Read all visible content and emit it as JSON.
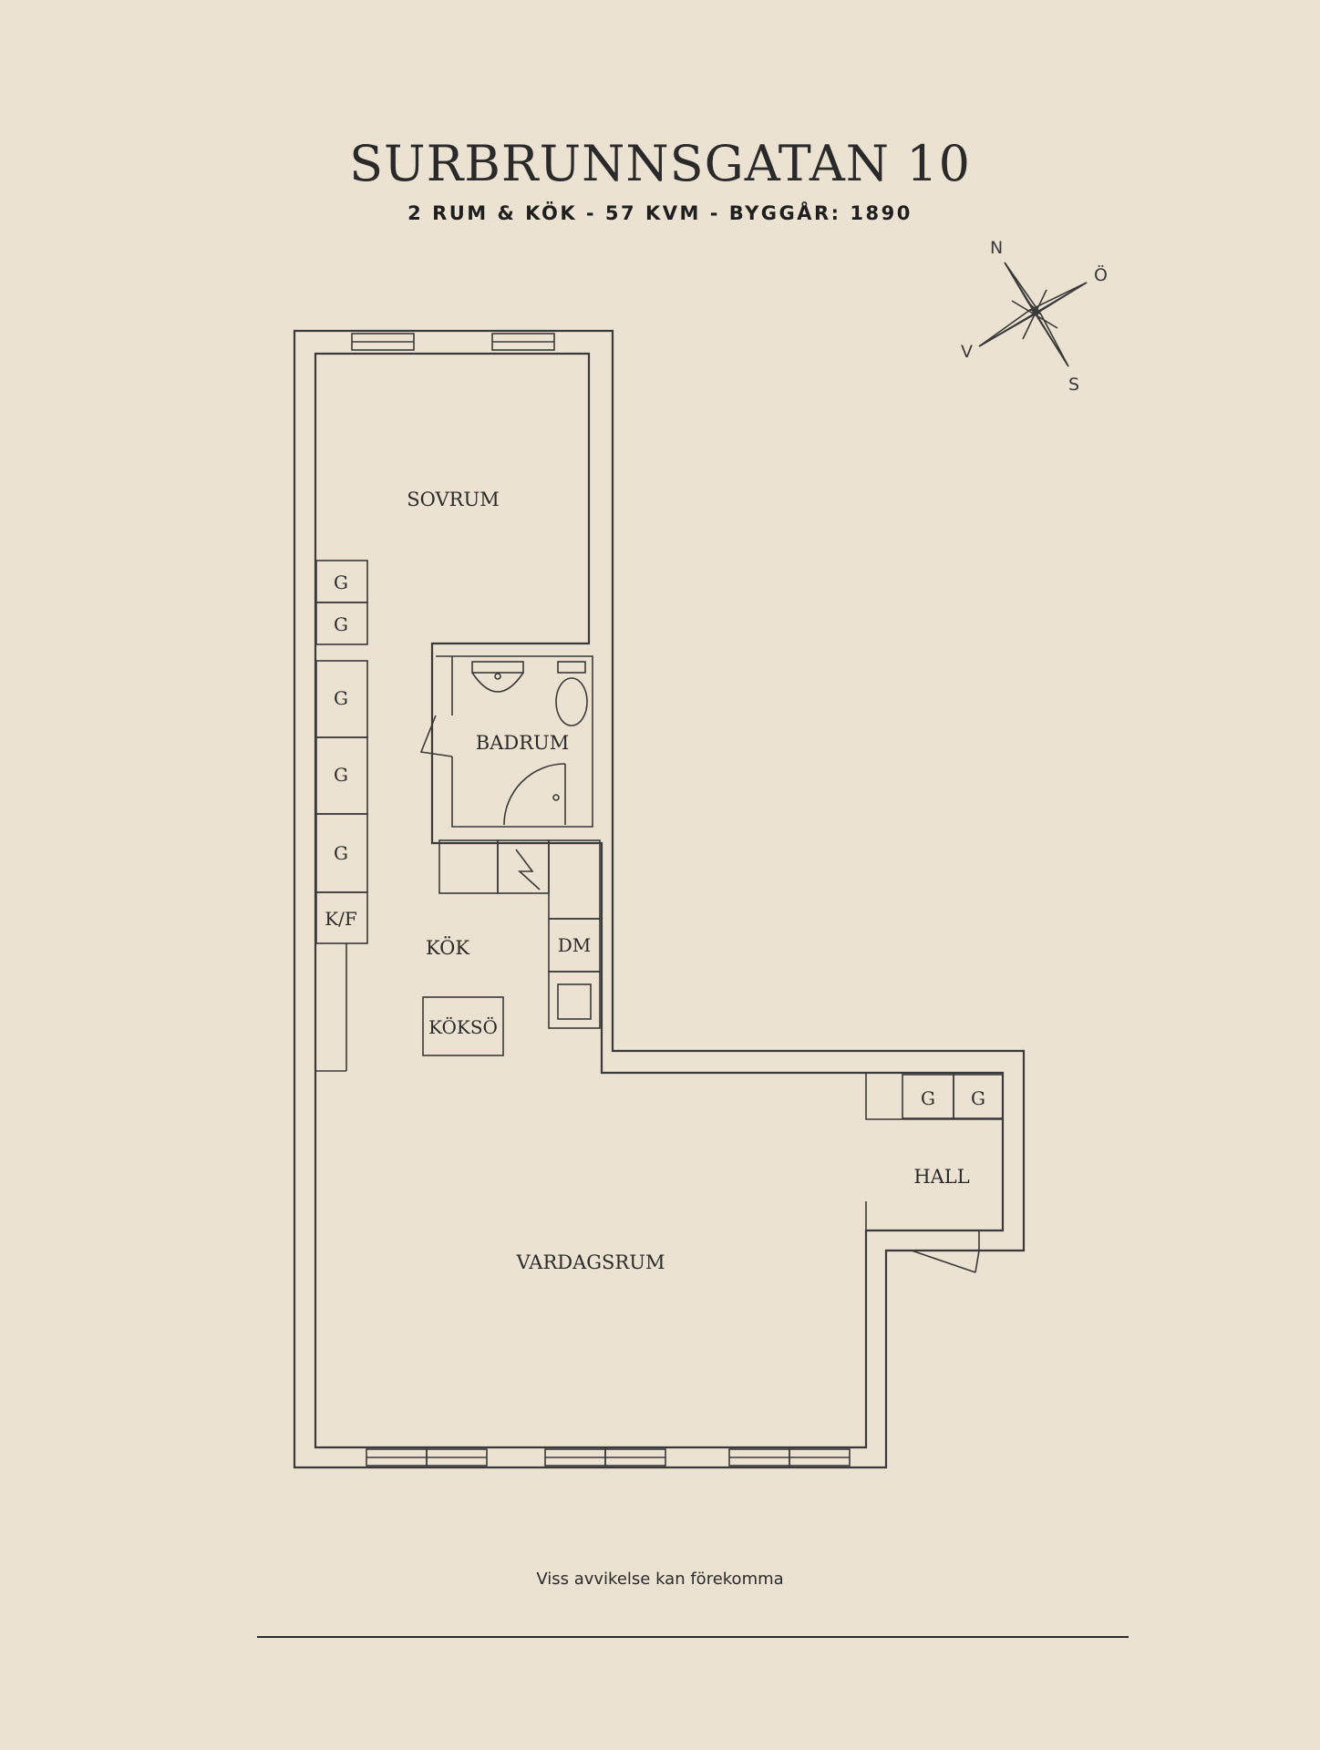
{
  "title": "SURBRUNNSGATAN 10",
  "subtitle": "2 RUM & KÖK  -  57 KVM  -  BYGGÅR: 1890",
  "rooms": {
    "sovrum": "SOVRUM",
    "badrum": "BADRUM",
    "kok": "KÖK",
    "koksö": "KÖKSÖ",
    "vardagsrum": "VARDAGSRUM",
    "hall": "HALL"
  },
  "fixtures": {
    "closet": "G",
    "fridge_freezer": "K/F",
    "dishwasher": "DM"
  },
  "compass": {
    "north": "N",
    "east": "Ö",
    "south": "S",
    "west": "V"
  },
  "disclaimer": "Viss avvikelse kan förekomma"
}
